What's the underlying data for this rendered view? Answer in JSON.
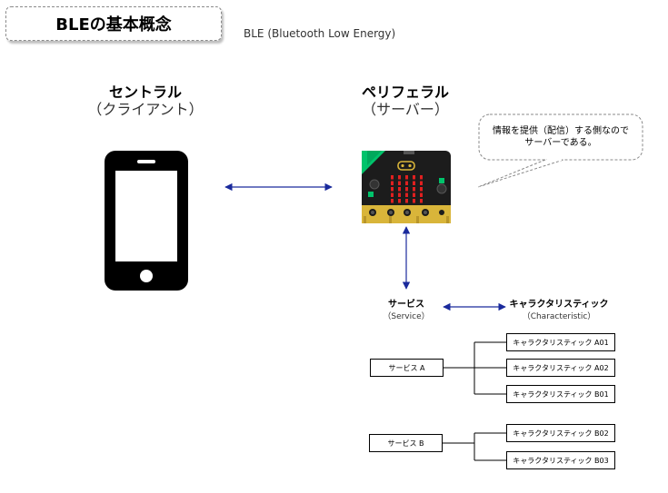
{
  "title": "BLEの基本概念",
  "subtitle": "BLE (Bluetooth Low Energy)",
  "central": {
    "label": "セントラル",
    "sub": "（クライアント）"
  },
  "peripheral": {
    "label": "ペリフェラル",
    "sub": "（サーバー）"
  },
  "callout": {
    "line1": "情報を提供（配信）する側なので",
    "line2": "サーバーである。"
  },
  "service_node": {
    "label": "サービス",
    "sub": "（Service）"
  },
  "characteristic_node": {
    "label": "キャラクタリスティック",
    "sub": "（Characteristic）"
  },
  "services": [
    {
      "name": "サービス A",
      "characteristics": [
        "キャラクタリスティック A01",
        "キャラクタリスティック A02",
        "キャラクタリスティック B01"
      ]
    },
    {
      "name": "サービス B",
      "characteristics": [
        "キャラクタリスティック B02",
        "キャラクタリスティック B03"
      ]
    }
  ],
  "colors": {
    "arrow": "#1a2a9c",
    "board_black": "#1c1c1c",
    "board_green": "#00c36b",
    "led_red": "#e02020",
    "pad_gold": "#d9b53a"
  },
  "icons": {
    "phone": "smartphone-icon",
    "board": "microbit-board-icon"
  }
}
